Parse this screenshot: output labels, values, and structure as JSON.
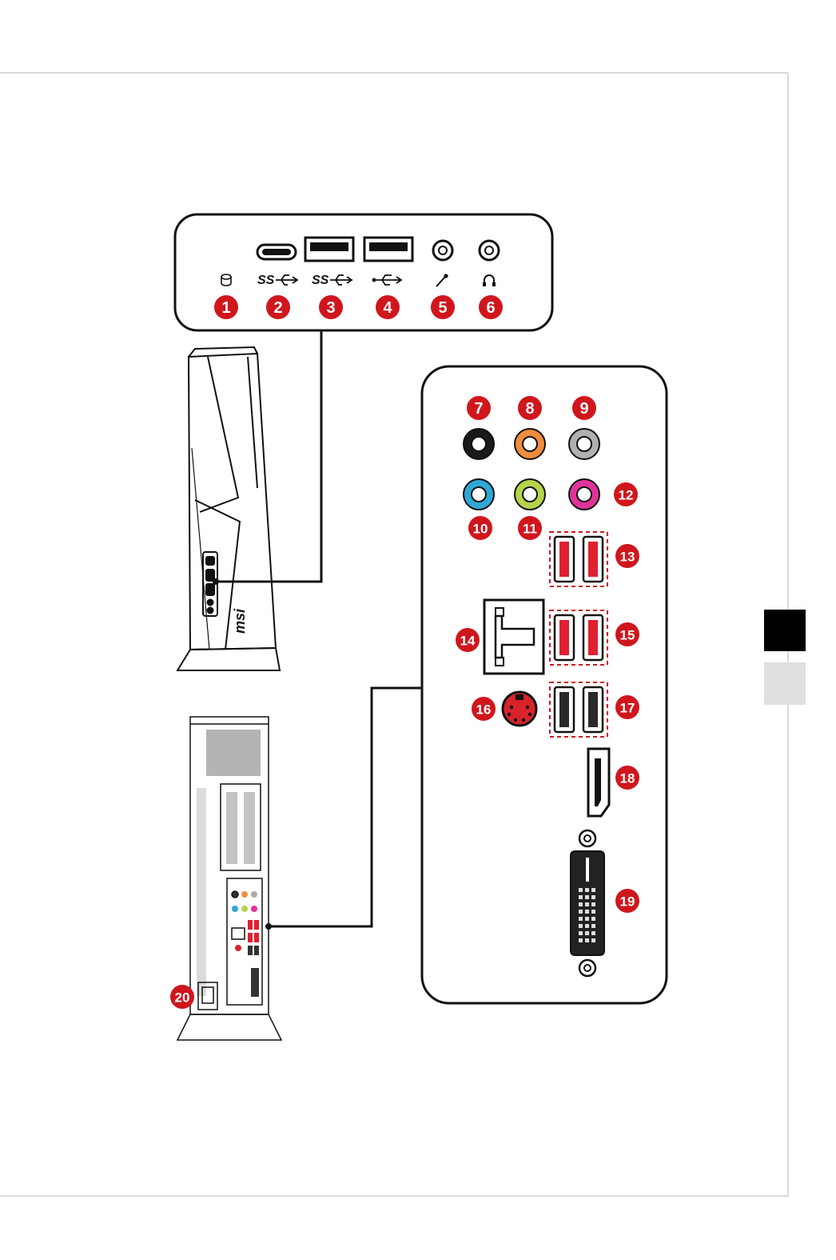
{
  "page": {
    "side_tabs": [
      {
        "color": "#000000"
      },
      {
        "color": "#e0e0e0"
      }
    ]
  },
  "colors": {
    "badge": "#d0161d",
    "usb_red": "#e02030",
    "ps2_red": "#d8232a",
    "jack_black": "#1a1a1a",
    "jack_orange": "#f08c3c",
    "jack_gray": "#b0b0b0",
    "jack_blue": "#2ea8d8",
    "jack_lime": "#b6d44a",
    "jack_pink": "#e0339a"
  },
  "front_panel": {
    "ports": [
      {
        "id": "1",
        "label": "1",
        "icon": "hdd-led-icon"
      },
      {
        "id": "2",
        "label": "2",
        "icon": "usb-3-type-c-icon"
      },
      {
        "id": "3",
        "label": "3",
        "icon": "usb-3-type-a-icon"
      },
      {
        "id": "4",
        "label": "4",
        "icon": "usb-2-type-a-icon"
      },
      {
        "id": "5",
        "label": "5",
        "icon": "microphone-icon"
      },
      {
        "id": "6",
        "label": "6",
        "icon": "headphone-icon"
      }
    ],
    "usb_mark": "SS"
  },
  "rear_panel": {
    "ports": [
      {
        "id": "7",
        "label": "7",
        "icon": "audio-jack-black-icon"
      },
      {
        "id": "8",
        "label": "8",
        "icon": "audio-jack-orange-icon"
      },
      {
        "id": "9",
        "label": "9",
        "icon": "audio-jack-gray-icon"
      },
      {
        "id": "10",
        "label": "10",
        "icon": "audio-jack-blue-icon"
      },
      {
        "id": "11",
        "label": "11",
        "icon": "audio-jack-lime-icon"
      },
      {
        "id": "12",
        "label": "12",
        "icon": "audio-jack-pink-icon"
      },
      {
        "id": "13",
        "label": "13",
        "icon": "usb-3-red-pair-icon"
      },
      {
        "id": "14",
        "label": "14",
        "icon": "lan-port-icon"
      },
      {
        "id": "15",
        "label": "15",
        "icon": "usb-3-red-pair-icon"
      },
      {
        "id": "16",
        "label": "16",
        "icon": "ps2-port-icon"
      },
      {
        "id": "17",
        "label": "17",
        "icon": "usb-2-black-pair-icon"
      },
      {
        "id": "18",
        "label": "18",
        "icon": "displayport-icon"
      },
      {
        "id": "19",
        "label": "19",
        "icon": "dvi-port-icon"
      }
    ]
  },
  "chassis": {
    "power_label": "20",
    "power_icon": "power-connector-icon",
    "logo_text": "msi"
  }
}
